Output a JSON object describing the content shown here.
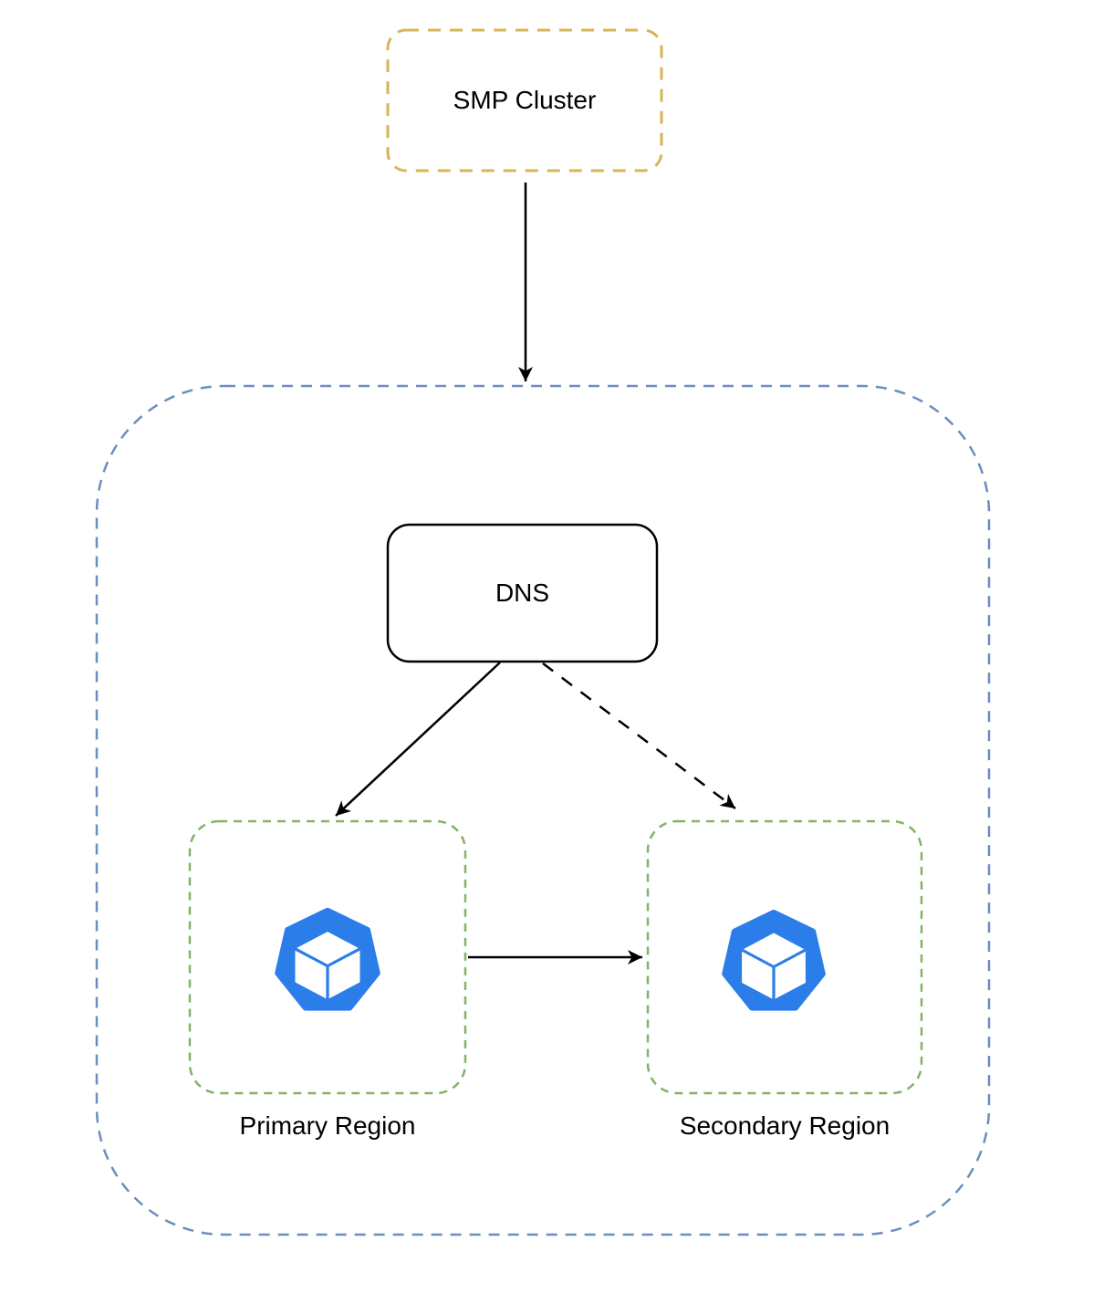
{
  "diagram": {
    "title": "SMP cluster multi-region DNS failover diagram",
    "nodes": {
      "smp_cluster": {
        "label": "SMP Cluster"
      },
      "dns": {
        "label": "DNS"
      },
      "primary_region": {
        "label": "Primary Region"
      },
      "secondary_region": {
        "label": "Secondary Region"
      }
    },
    "icons": {
      "primary_region": "k8s-cluster-icon",
      "secondary_region": "k8s-cluster-icon"
    },
    "edges": [
      {
        "from": "smp_cluster",
        "to": "outer_container",
        "style": "solid",
        "direction": "down"
      },
      {
        "from": "dns",
        "to": "primary_region",
        "style": "solid"
      },
      {
        "from": "dns",
        "to": "secondary_region",
        "style": "dashed"
      },
      {
        "from": "primary_region",
        "to": "secondary_region",
        "style": "solid"
      }
    ],
    "colors": {
      "background": "#ffffff",
      "smp_border": "#d6b656",
      "outer_border": "#6c8ebf",
      "region_border": "#82b366",
      "dns_border": "#000000",
      "arrow": "#000000",
      "icon_blue": "#2b7de9",
      "icon_cube": "#ffffff",
      "text": "#000000"
    }
  }
}
